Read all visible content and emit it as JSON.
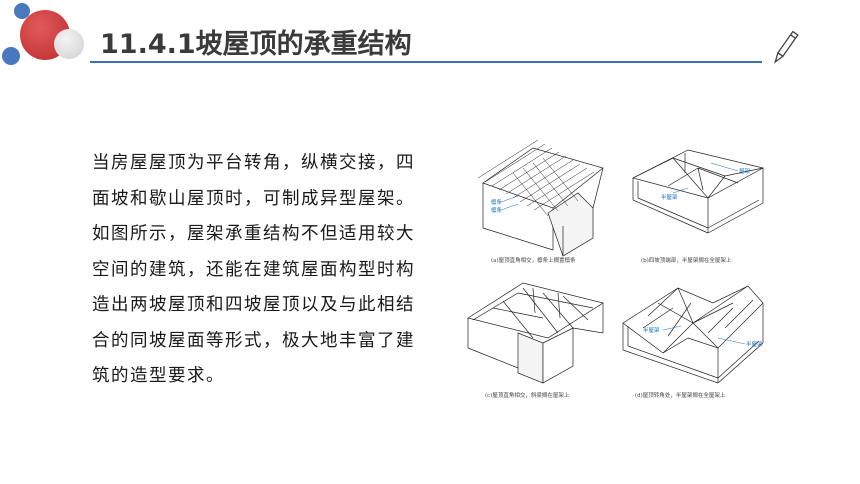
{
  "slide": {
    "title": "11.4.1坡屋顶的承重结构",
    "paragraph_lines": [
      "当房屋屋顶为平台转角，纵横交接，四",
      "面坡和歇山屋顶时，可制成异型屋架。",
      "如图所示，屋架承重结构不但适用较大",
      "空间的建筑，还能在建筑屋面构型时构",
      "造出两坡屋顶和四坡屋顶以及与此相结",
      "合的同坡屋面等形式，极大地丰富了建",
      "筑的造型要求。"
    ]
  },
  "figure": {
    "captions": {
      "a": "(a)屋顶直角相交，檩条上搁置檩条",
      "b": "(b)四坡顶端部，半屋架搁在全屋架上",
      "c": "(c)屋顶直角相交，斜梁搁在屋架上",
      "d": "(d)屋顶转角处，半屋架搁在全屋架上"
    },
    "labels": {
      "a_purlin": "檩条",
      "a_purlin2": "檩条",
      "b_truss": "屋架",
      "b_half_truss": "半屋架",
      "d_half_truss_left": "半屋架",
      "d_half_truss_right": "半屋架"
    }
  },
  "colors": {
    "title_line": "#3e6fb3",
    "deco_red": "#d23a3a",
    "deco_blue": "#3e6fb3",
    "label_blue": "#1f6fb8"
  },
  "icons": {
    "pencil": "pencil-icon"
  }
}
